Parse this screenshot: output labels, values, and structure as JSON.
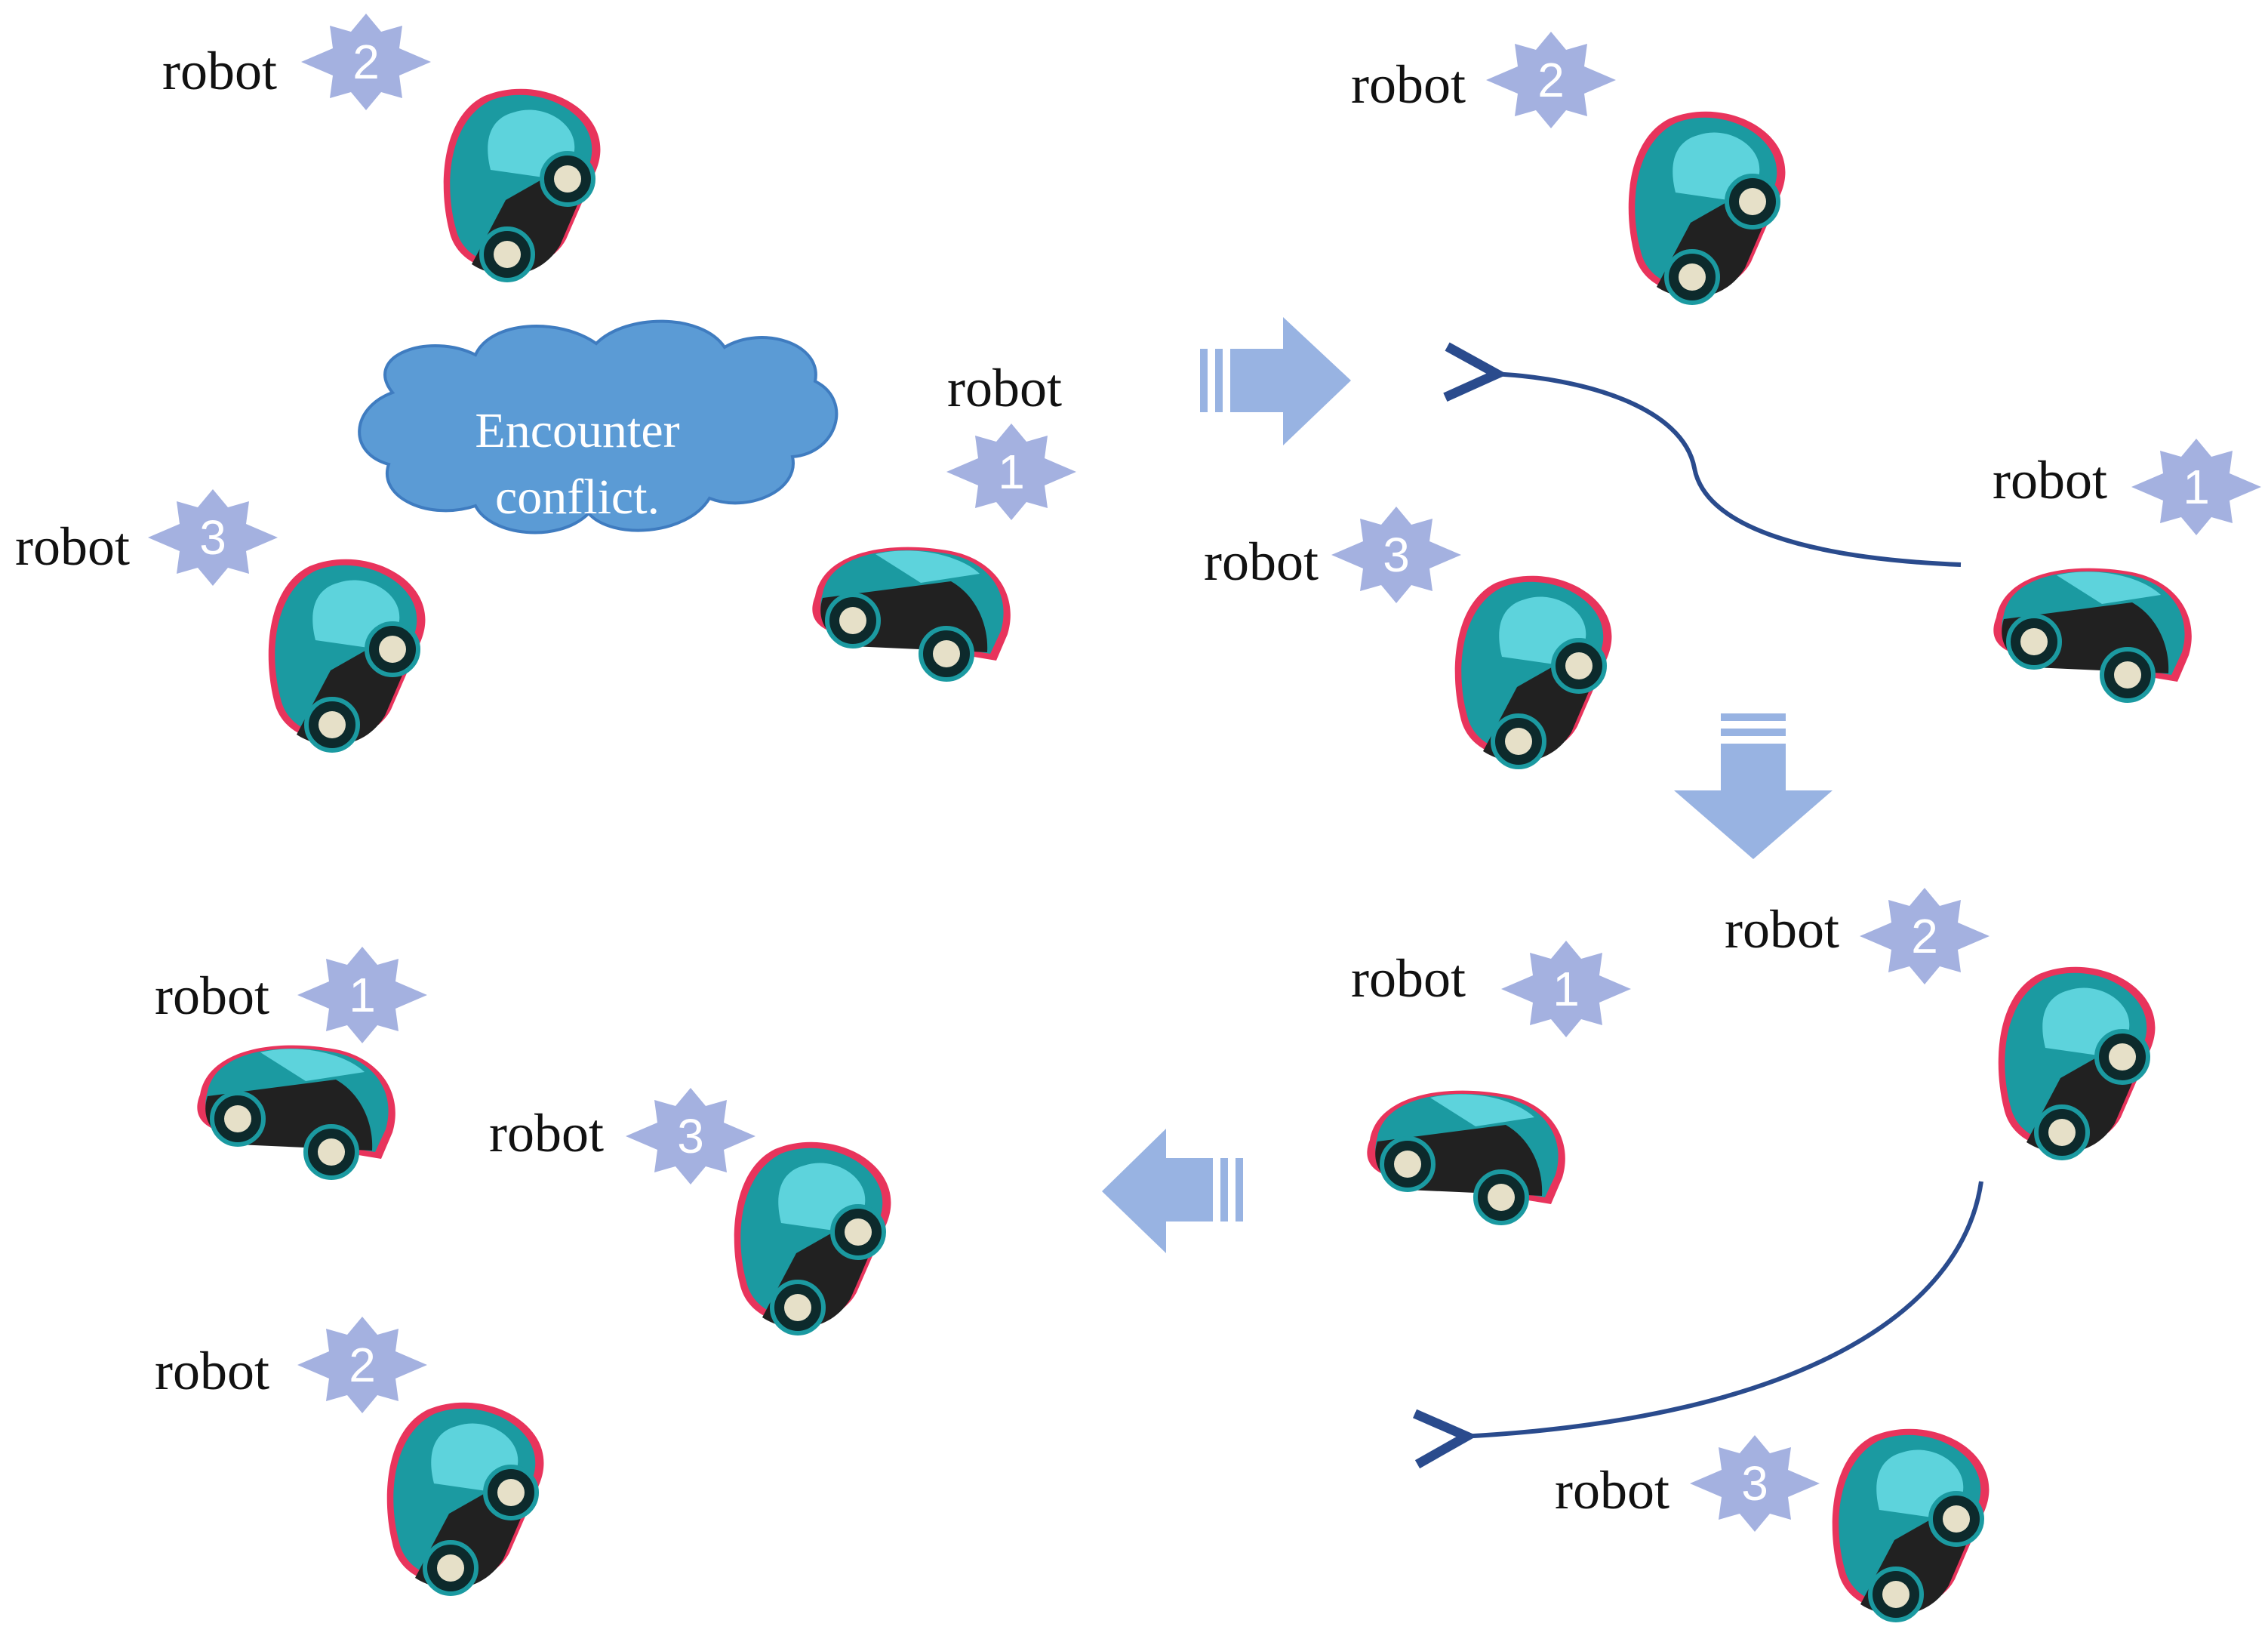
{
  "colors": {
    "badge": "#a4b1e0",
    "arrow": "#98b3e2",
    "curve": "#2a4b8d",
    "cloud": "#5b9bd5",
    "car_body": "#1b9aa1",
    "car_window": "#5dd3dc",
    "car_dark": "#212121",
    "car_rear": "#e8345c",
    "wheel": "#e6e0c8"
  },
  "robot_label": "robot",
  "cloud": {
    "line1": "Encounter",
    "line2": "conflict."
  },
  "panels": {
    "top_left": {
      "robots": [
        {
          "label": "robot",
          "number": "2",
          "heading": "up"
        },
        {
          "label": "robot",
          "number": "3",
          "heading": "up"
        },
        {
          "label": "robot",
          "number": "1",
          "heading": "right"
        }
      ]
    },
    "top_right": {
      "robots": [
        {
          "label": "robot",
          "number": "2",
          "heading": "up"
        },
        {
          "label": "robot",
          "number": "3",
          "heading": "up"
        },
        {
          "label": "robot",
          "number": "1",
          "heading": "right"
        }
      ]
    },
    "bottom_right": {
      "robots": [
        {
          "label": "robot",
          "number": "2",
          "heading": "up"
        },
        {
          "label": "robot",
          "number": "1",
          "heading": "right"
        },
        {
          "label": "robot",
          "number": "3",
          "heading": "up"
        }
      ]
    },
    "bottom_left": {
      "robots": [
        {
          "label": "robot",
          "number": "1",
          "heading": "right"
        },
        {
          "label": "robot",
          "number": "3",
          "heading": "up"
        },
        {
          "label": "robot",
          "number": "2",
          "heading": "up"
        }
      ]
    }
  },
  "flow_arrows": [
    "right",
    "down",
    "left"
  ]
}
